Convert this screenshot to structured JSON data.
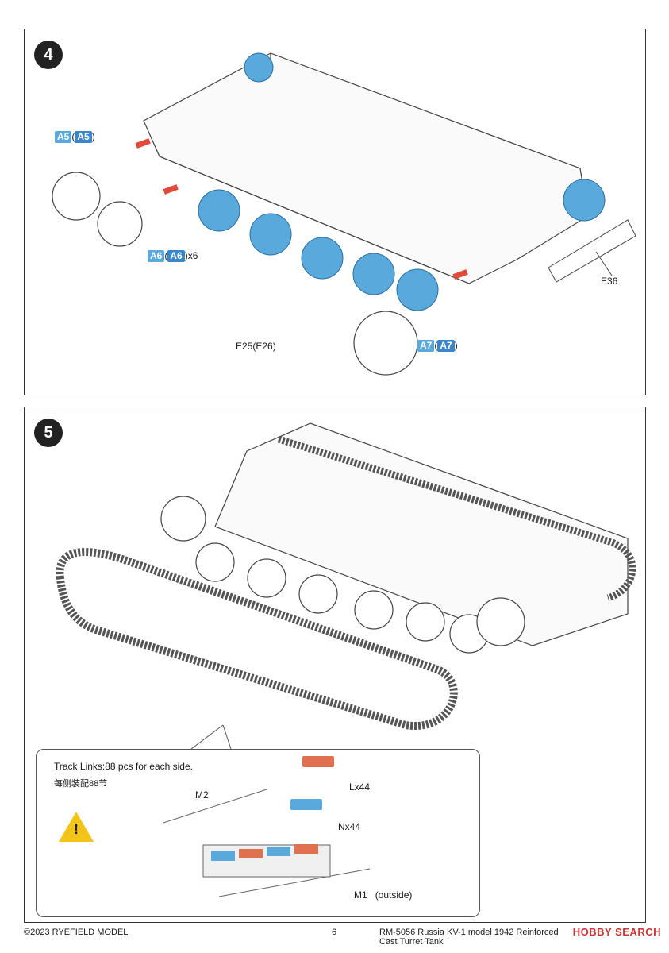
{
  "step4": {
    "number": "4",
    "labels": {
      "a5": "A5",
      "a5_paren": "A5",
      "a6": "A6",
      "a6_paren": "A6",
      "a6_qty": "x6",
      "a7": "A7",
      "a7_paren": "A7",
      "e36": "E36",
      "e25": "E25(E26)"
    }
  },
  "step5": {
    "number": "5",
    "inset": {
      "track_note": "Track Links:88 pcs for each side.",
      "track_note_cn": "每侧装配88节",
      "m2": "M2",
      "lx": "Lx44",
      "nx": "Nx44",
      "m1": "M1",
      "m1_note": "(outside)"
    }
  },
  "footer": {
    "copyright": "©2023 RYEFIELD MODEL",
    "page": "6",
    "product": "RM-5056 Russia KV-1 model 1942 Reinforced Cast Turret Tank"
  },
  "watermark": "HOBBY SEARCH",
  "colors": {
    "blue_part": "#5aa9dd",
    "red_pin": "#e04a3a",
    "orange_link": "#e07050"
  }
}
